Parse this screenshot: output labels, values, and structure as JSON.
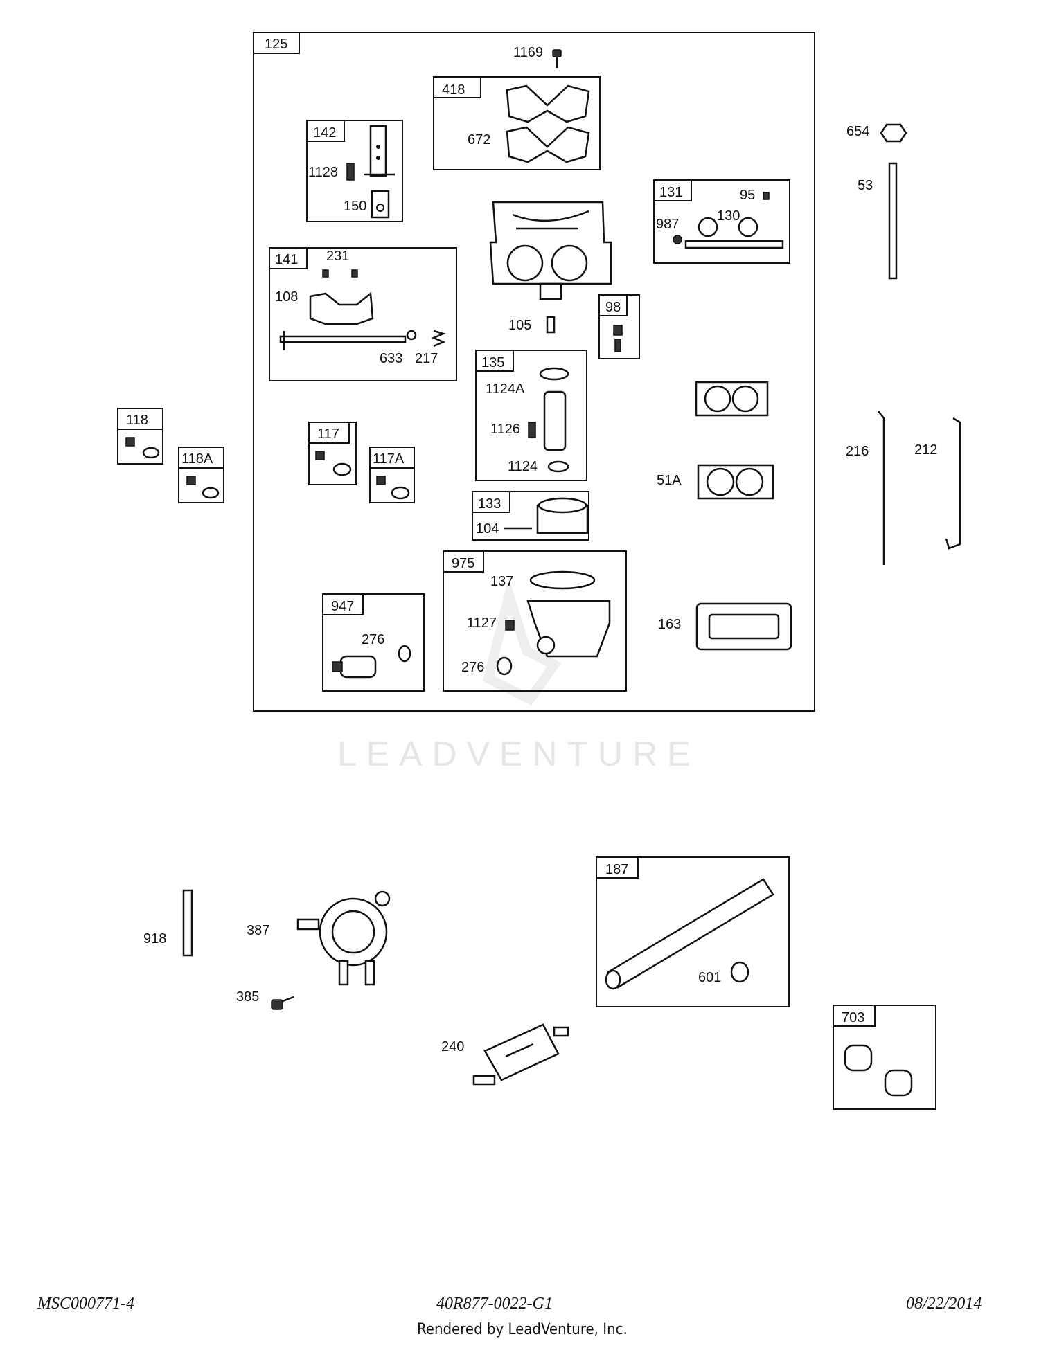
{
  "watermark": "LEADVENTURE",
  "labels": {
    "b125": "125",
    "p1169": "1169",
    "b418": "418",
    "p672": "672",
    "b142": "142",
    "p1128": "1128",
    "p150": "150",
    "b131": "131",
    "p95": "95",
    "p987": "987",
    "p130": "130",
    "b141": "141",
    "p231": "231",
    "p108": "108",
    "p633": "633",
    "p217": "217",
    "p105": "105",
    "b98": "98",
    "b135": "135",
    "p1124A": "1124A",
    "p1126": "1126",
    "p1124": "1124",
    "b118": "118",
    "b118A": "118A",
    "b117": "117",
    "b117A": "117A",
    "b133": "133",
    "p104": "104",
    "p51A": "51A",
    "b975": "975",
    "p137": "137",
    "p1127": "1127",
    "p276b": "276",
    "b947": "947",
    "p276a": "276",
    "p163": "163",
    "p654": "654",
    "p53": "53",
    "p216": "216",
    "p212": "212",
    "p918": "918",
    "p387": "387",
    "p385": "385",
    "b187": "187",
    "p601": "601",
    "p240": "240",
    "b703": "703"
  },
  "footer": {
    "left": "MSC000771-4",
    "center": "40R877-0022-G1",
    "right": "08/22/2014",
    "credit": "Rendered by LeadVenture, Inc."
  }
}
